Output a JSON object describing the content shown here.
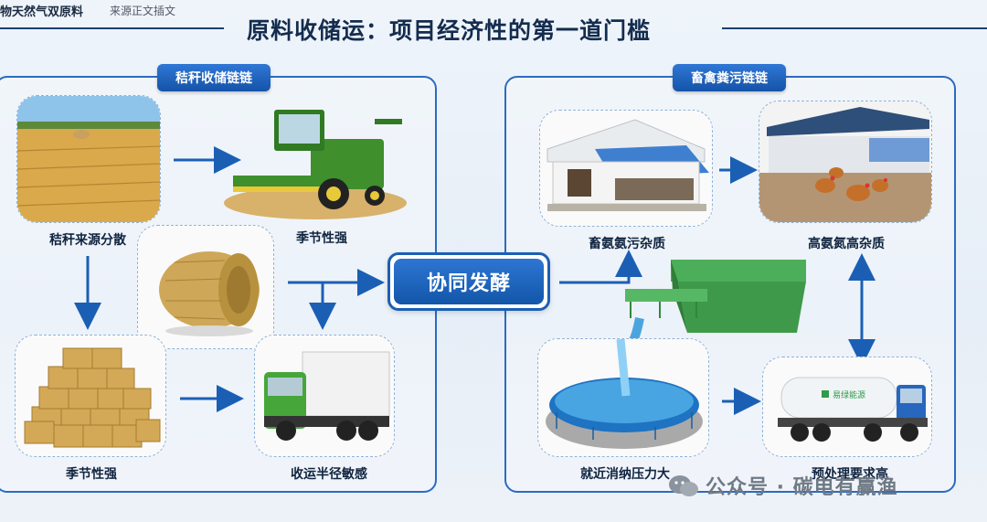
{
  "header": {
    "source_tag": "物天然气双原料",
    "source_sub": "来源正文插文",
    "title": "原料收储运：项目经济性的第一道门槛"
  },
  "straw_chain": {
    "tag": "秸秆收储链链",
    "labels": {
      "scattered": "秸秆来源分散",
      "seasonal_top": "季节性强",
      "seasonal_bottom": "季节性强",
      "radius": "收运半径敏感"
    }
  },
  "center": {
    "label": "协同发酵"
  },
  "manure_chain": {
    "tag": "畜禽粪污链链",
    "labels": {
      "impurity": "畜氨氨污杂质",
      "high_ammonia": "高氨氮高杂质",
      "disposal": "就近消纳压力大",
      "pretreat": "预处理要求高"
    },
    "truck_text": "易绿能源"
  },
  "watermark": {
    "text": "公众号 · 碳电有赢渔"
  },
  "colors": {
    "accent": "#1b5fb5",
    "arrow": "#1b5fb5"
  }
}
